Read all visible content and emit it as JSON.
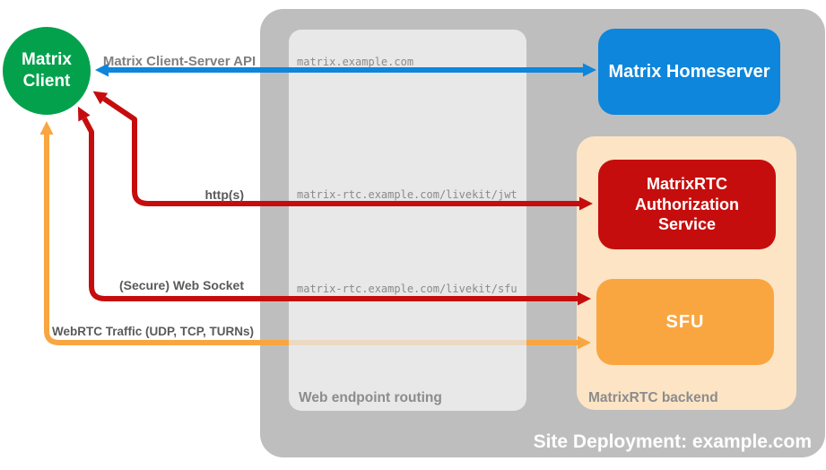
{
  "diagram": {
    "title": "Site Deployment: example.com",
    "nodes": {
      "client": {
        "label": "Matrix Client",
        "color": "#04A14D"
      },
      "homeserver": {
        "label": "Matrix Homeserver",
        "color": "#0D86DC"
      },
      "auth_service": {
        "label": "MatrixRTC Authorization Service",
        "color": "#C60D0D"
      },
      "sfu": {
        "label": "SFU",
        "color": "#F9A640"
      }
    },
    "containers": {
      "web_endpoint_routing": {
        "label": "Web endpoint routing",
        "background": "#E8E8E8",
        "routes": [
          "matrix.example.com",
          "matrix-rtc.example.com/livekit/jwt",
          "matrix-rtc.example.com/livekit/sfu"
        ]
      },
      "matrixrtc_backend": {
        "label": "MatrixRTC backend",
        "background": "#FCE4C5"
      },
      "site_deployment": {
        "label": "Site Deployment: example.com",
        "background": "#BEBEBE"
      }
    },
    "edges": {
      "client_server_api": {
        "label": "Matrix Client-Server API",
        "color": "#0D86DC",
        "from": "Matrix Client",
        "to": "Matrix Homeserver",
        "bidirectional": true
      },
      "https": {
        "label": "http(s)",
        "color": "#C60D0D",
        "from": "Matrix Client",
        "to": "MatrixRTC Authorization Service",
        "bidirectional": true
      },
      "websocket": {
        "label": "(Secure) Web Socket",
        "color": "#C60D0D",
        "from": "Matrix Client",
        "to": "SFU",
        "bidirectional": true
      },
      "webrtc": {
        "label": "WebRTC Traffic (UDP, TCP, TURNs)",
        "color": "#F9A640",
        "from": "Matrix Client",
        "to": "SFU",
        "bidirectional": true
      }
    }
  }
}
